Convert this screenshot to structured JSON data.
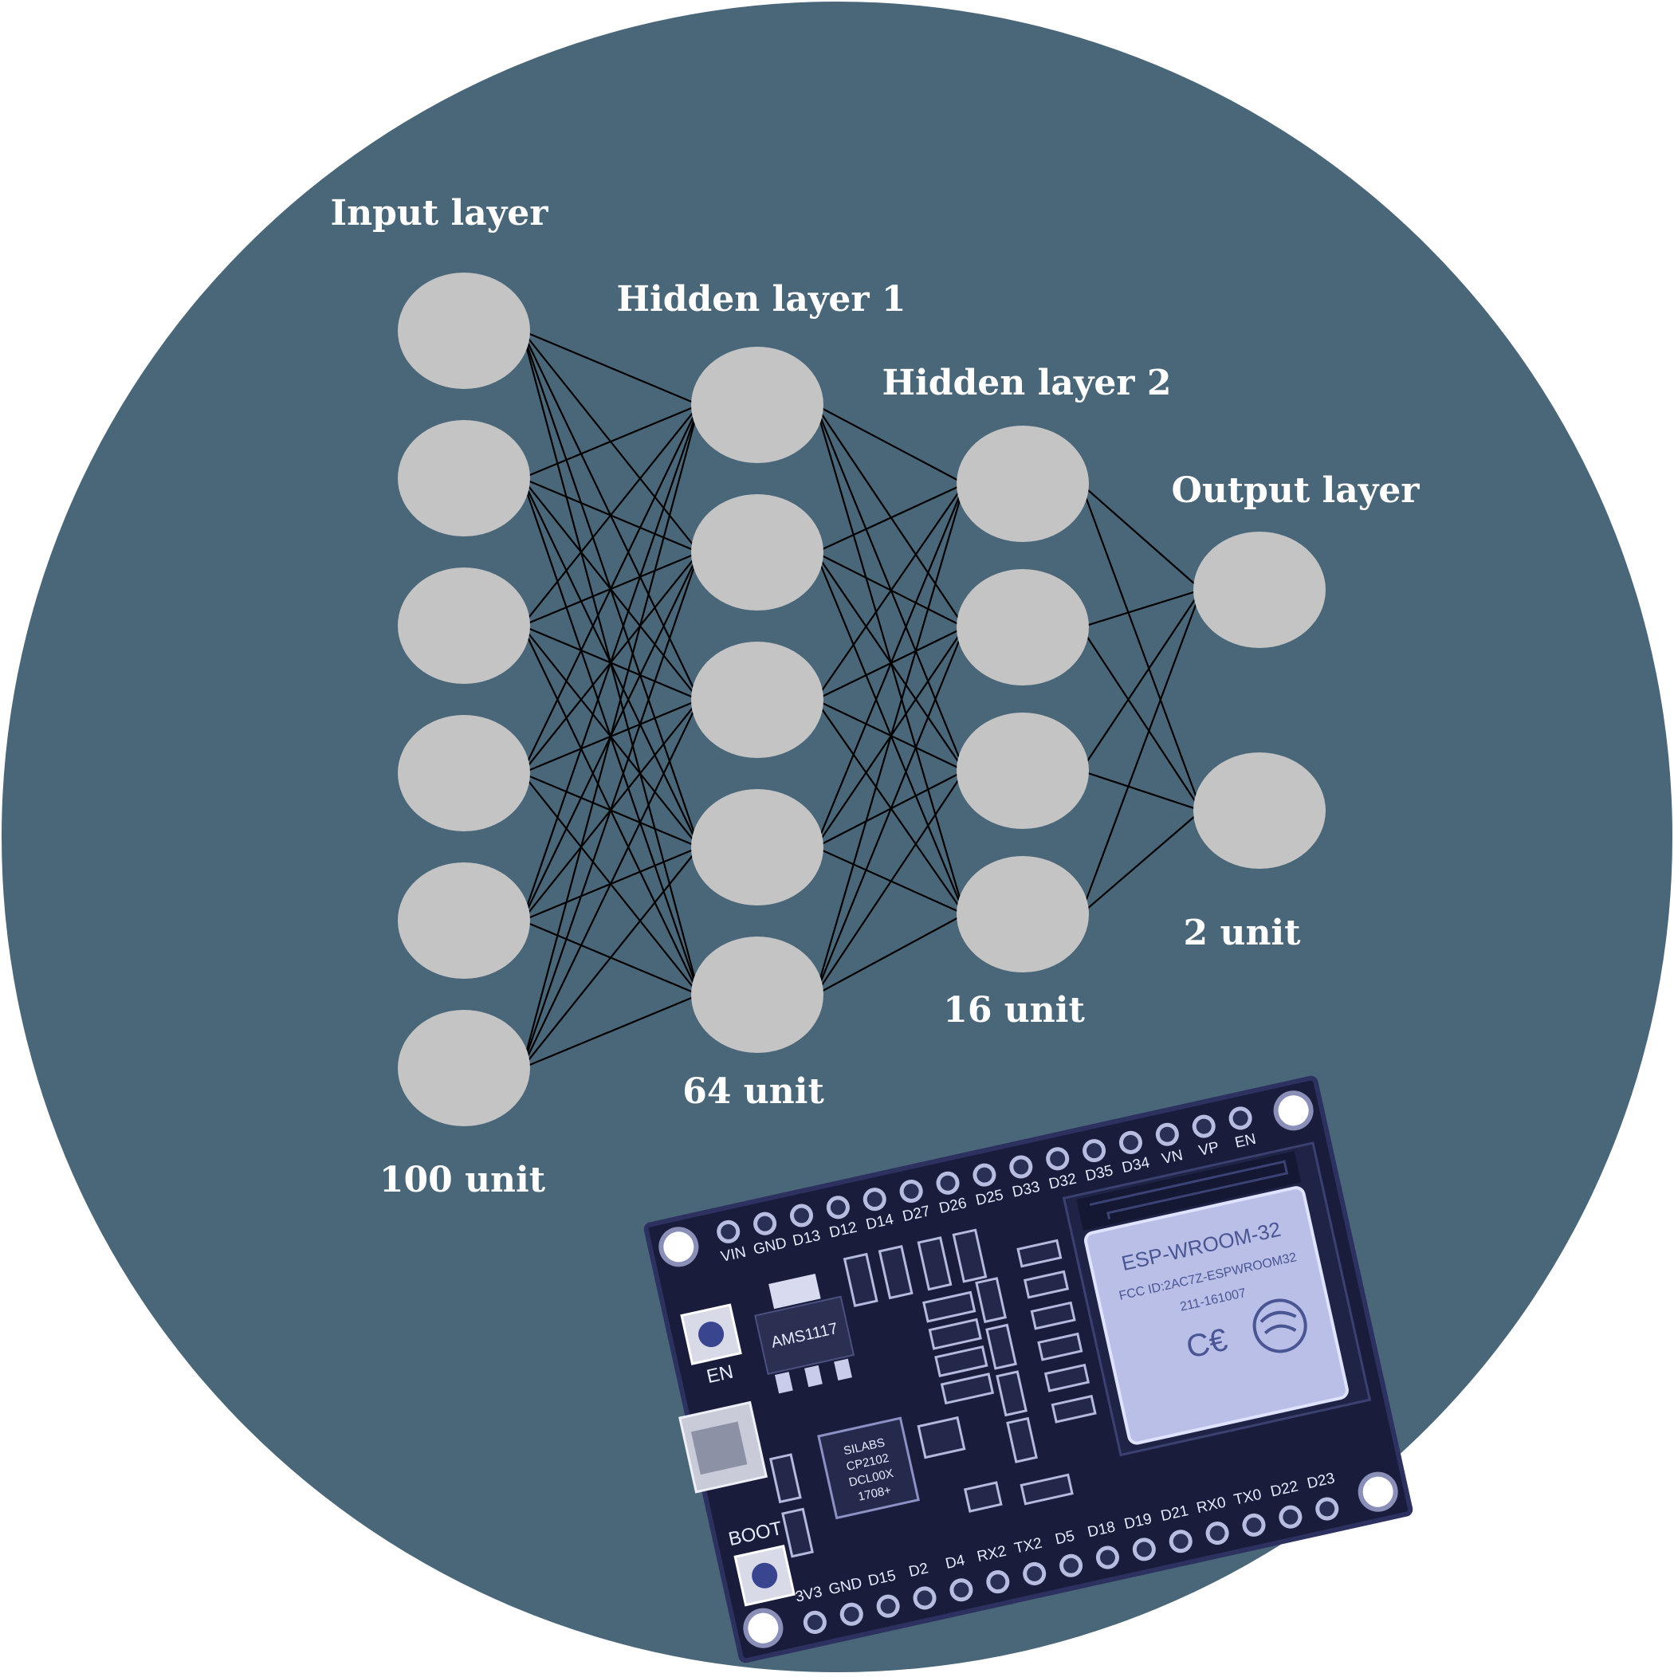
{
  "layers": [
    {
      "label": "Input layer",
      "units_label": "100 unit",
      "nodes": 6
    },
    {
      "label": "Hidden layer 1",
      "units_label": "64 unit",
      "nodes": 5
    },
    {
      "label": "Hidden layer 2",
      "units_label": "16 unit",
      "nodes": 4
    },
    {
      "label": "Output layer",
      "units_label": "2 unit",
      "nodes": 2
    }
  ],
  "board": {
    "top_pins": [
      "VIN",
      "GND",
      "D13",
      "D12",
      "D14",
      "D27",
      "D26",
      "D25",
      "D33",
      "D32",
      "D35",
      "D34",
      "VN",
      "VP",
      "EN"
    ],
    "bottom_pins": [
      "3V3",
      "GND",
      "D15",
      "D2",
      "D4",
      "RX2",
      "TX2",
      "D5",
      "D18",
      "D19",
      "D21",
      "RX0",
      "TX0",
      "D22",
      "D23"
    ],
    "buttons": [
      "EN",
      "BOOT"
    ],
    "module_lines": [
      "ESP-WROOM-32",
      "FCC ID:2AC7Z-ESPWROOM32",
      "211-161007"
    ],
    "regulator": "AMS1117",
    "usb_chip": [
      "SILABS",
      "CP2102",
      "DCL00X",
      "1708+"
    ]
  },
  "colors": {
    "background_circle": "#4a6679",
    "node": "#c4c4c4",
    "edge": "#000000",
    "text": "#ffffff",
    "board": "#191c3a"
  }
}
